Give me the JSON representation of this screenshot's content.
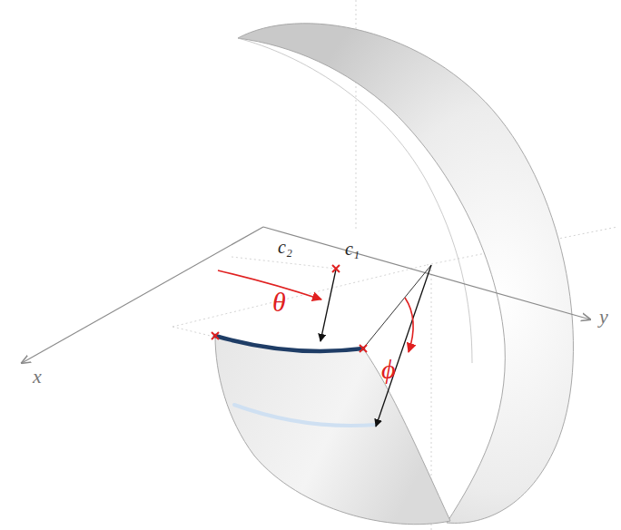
{
  "diagram": {
    "labels": [
      "c₂",
      "c₁",
      "θ",
      "ϕ",
      "x",
      "y"
    ]
  }
}
